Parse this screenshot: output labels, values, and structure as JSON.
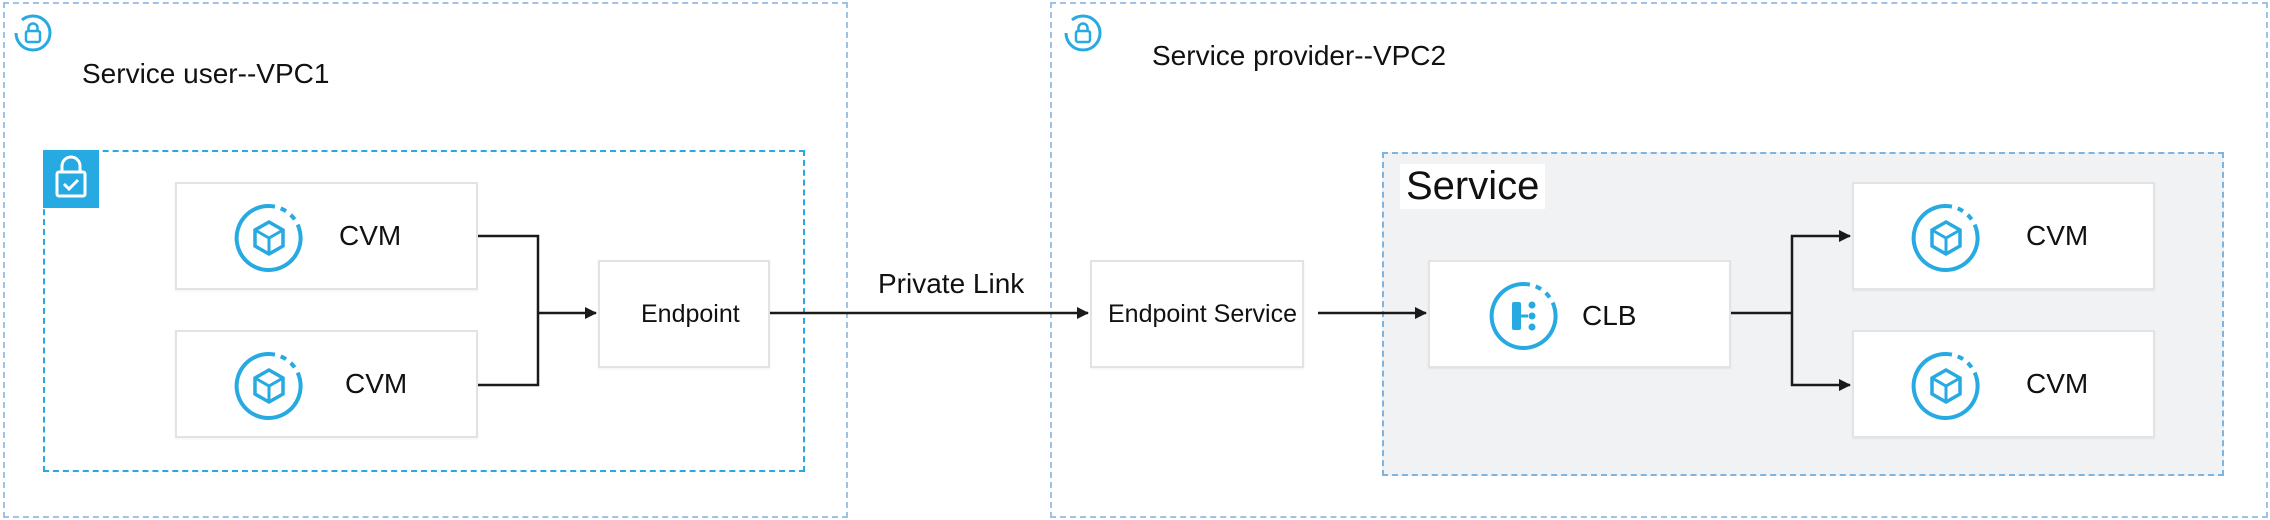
{
  "vpc1": {
    "title": "Service user--VPC1"
  },
  "vpc2": {
    "title": "Service provider--VPC2"
  },
  "subnet": {
    "nodes": [
      {
        "label": "CVM"
      },
      {
        "label": "CVM"
      }
    ]
  },
  "endpoint": {
    "label": "Endpoint"
  },
  "link": {
    "label": "Private Link"
  },
  "endpoint_service": {
    "label": "Endpoint Service"
  },
  "service": {
    "title": "Service",
    "clb": {
      "label": "CLB"
    },
    "backends": [
      {
        "label": "CVM"
      },
      {
        "label": "CVM"
      }
    ]
  },
  "colors": {
    "accent": "#27a9e1",
    "vpc_border": "#9ec3e6",
    "connector": "#1a1a1a"
  },
  "icons": {
    "vpc": "lock-circle-icon",
    "subnet": "subnet-lock-icon",
    "cvm": "cvm-cube-icon",
    "clb": "clb-load-balancer-icon"
  }
}
